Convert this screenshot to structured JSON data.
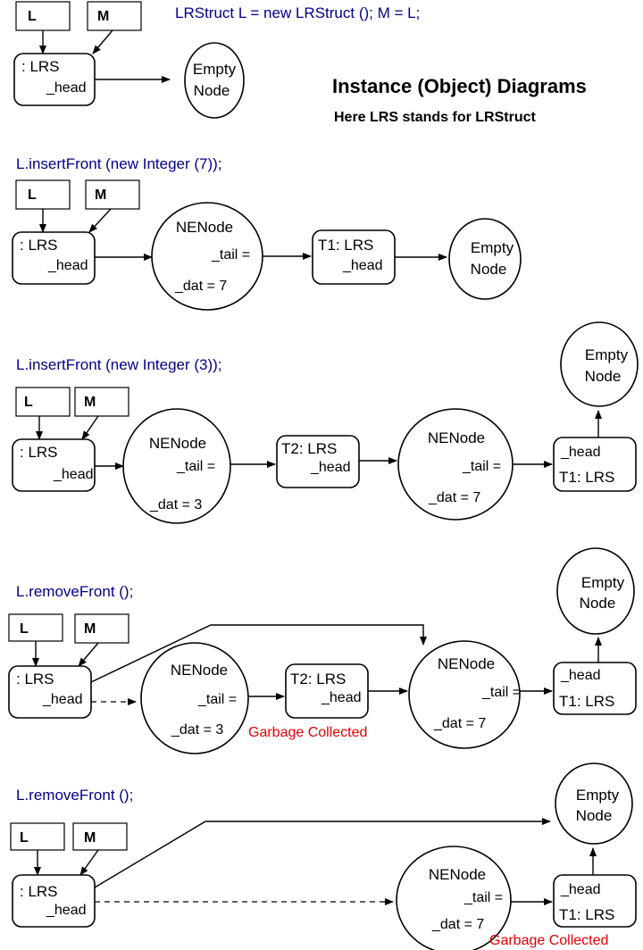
{
  "title": "Instance (Object) Diagrams",
  "subtitle": "Here LRS stands for LRStruct",
  "var_L": "L",
  "var_M": "M",
  "lrs_label": ": LRS",
  "head_label": "_head",
  "tail_label": "_tail =",
  "nenode_label": "NENode",
  "empty_line1": "Empty",
  "empty_line2": "Node",
  "t1_label": "T1: LRS",
  "t2_label": "T2: LRS",
  "dat_7": "_dat = 7",
  "dat_3": "_dat = 3",
  "garbage_label": "Garbage Collected",
  "garbage_color": "#e00000",
  "code_color": "#00008b",
  "steps": [
    {
      "code": "LRStruct L = new LRStruct ();  M = L;"
    },
    {
      "code": "L.insertFront (new Integer (7));"
    },
    {
      "code": "L.insertFront (new Integer (3));"
    },
    {
      "code": "L.removeFront ();"
    },
    {
      "code": "L.removeFront ();"
    }
  ]
}
